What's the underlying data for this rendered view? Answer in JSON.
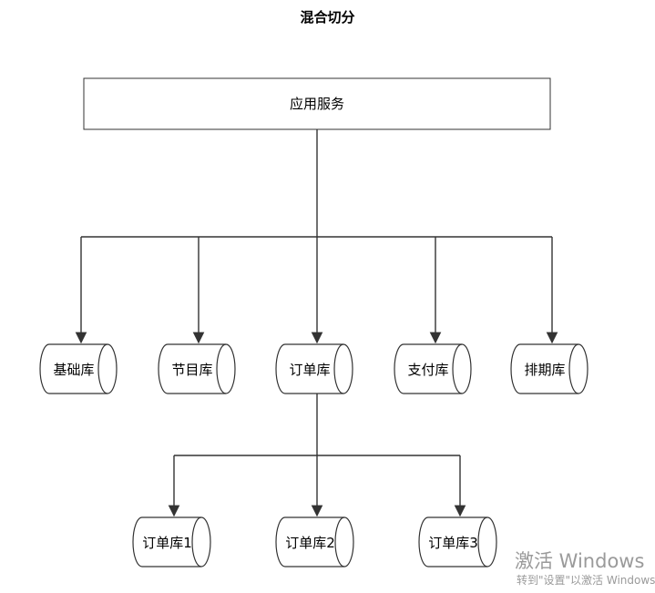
{
  "title": "混合切分",
  "service_box": {
    "label": "应用服务"
  },
  "databases_level1": [
    {
      "id": "base",
      "label": "基础库"
    },
    {
      "id": "program",
      "label": "节目库"
    },
    {
      "id": "order",
      "label": "订单库"
    },
    {
      "id": "payment",
      "label": "支付库"
    },
    {
      "id": "schedule",
      "label": "排期库"
    }
  ],
  "databases_level2": [
    {
      "id": "order1",
      "label": "订单库1"
    },
    {
      "id": "order2",
      "label": "订单库2"
    },
    {
      "id": "order3",
      "label": "订单库3"
    }
  ],
  "edges": [
    {
      "from": "应用服务",
      "to": "基础库"
    },
    {
      "from": "应用服务",
      "to": "节目库"
    },
    {
      "from": "应用服务",
      "to": "订单库"
    },
    {
      "from": "应用服务",
      "to": "支付库"
    },
    {
      "from": "应用服务",
      "to": "排期库"
    },
    {
      "from": "订单库",
      "to": "订单库1"
    },
    {
      "from": "订单库",
      "to": "订单库2"
    },
    {
      "from": "订单库",
      "to": "订单库3"
    }
  ],
  "watermark": {
    "title": "激活 Windows",
    "subtitle": "转到\"设置\"以激活 Windows"
  }
}
